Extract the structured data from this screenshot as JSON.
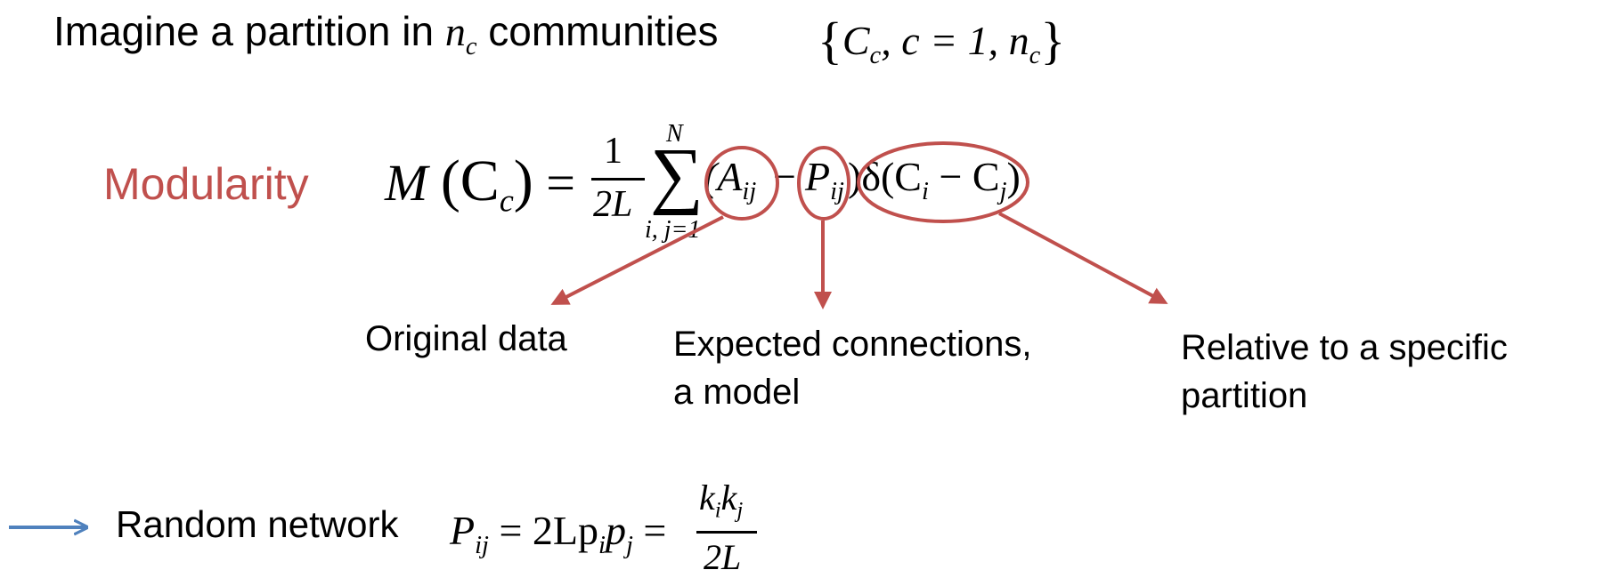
{
  "title": {
    "prefix": "Imagine a partition in ",
    "nc_base": "n",
    "nc_sub": "c",
    "suffix": " communities",
    "set_open": "{",
    "set_C": "C",
    "set_C_sub": "c",
    "set_middle": ", c = 1, ",
    "set_n": "n",
    "set_n_sub": "c",
    "set_close": "}"
  },
  "modularity": {
    "label": "Modularity",
    "lhs_M": "M",
    "lhs_args": "(C",
    "lhs_args_sub": "c",
    "lhs_close": ")",
    "equals": "=",
    "frac_num": "1",
    "frac_den": "2L",
    "sum_symbol": "∑",
    "sum_upper": "N",
    "sum_lower": "i, j=1",
    "term_A": "(A",
    "term_A_sub": "ij",
    "minus": "−",
    "term_P": "P",
    "term_P_sub": "ij",
    "delta": ")δ(C",
    "delta_i_sub": "i",
    "delta_minus": " − C",
    "delta_j_sub": "j",
    "delta_close": ")"
  },
  "annotations": {
    "original": "Original data",
    "expected_line1": "Expected connections,",
    "expected_line2": "a model",
    "relative_line1": "Relative to a specific",
    "relative_line2": "partition"
  },
  "random_network": {
    "label": "Random network",
    "lhs_P": "P",
    "lhs_P_sub": "ij",
    "eq1": " = 2Lp",
    "p_i_sub": "i",
    "p_j": "p",
    "p_j_sub": "j",
    "eq2": " =",
    "frac_num_k1": "k",
    "frac_num_k1_sub": "i",
    "frac_num_k2": "k",
    "frac_num_k2_sub": "j",
    "frac_den": "2L"
  },
  "colors": {
    "accent_red": "#c0504d",
    "arrow_blue": "#4f81bd"
  }
}
